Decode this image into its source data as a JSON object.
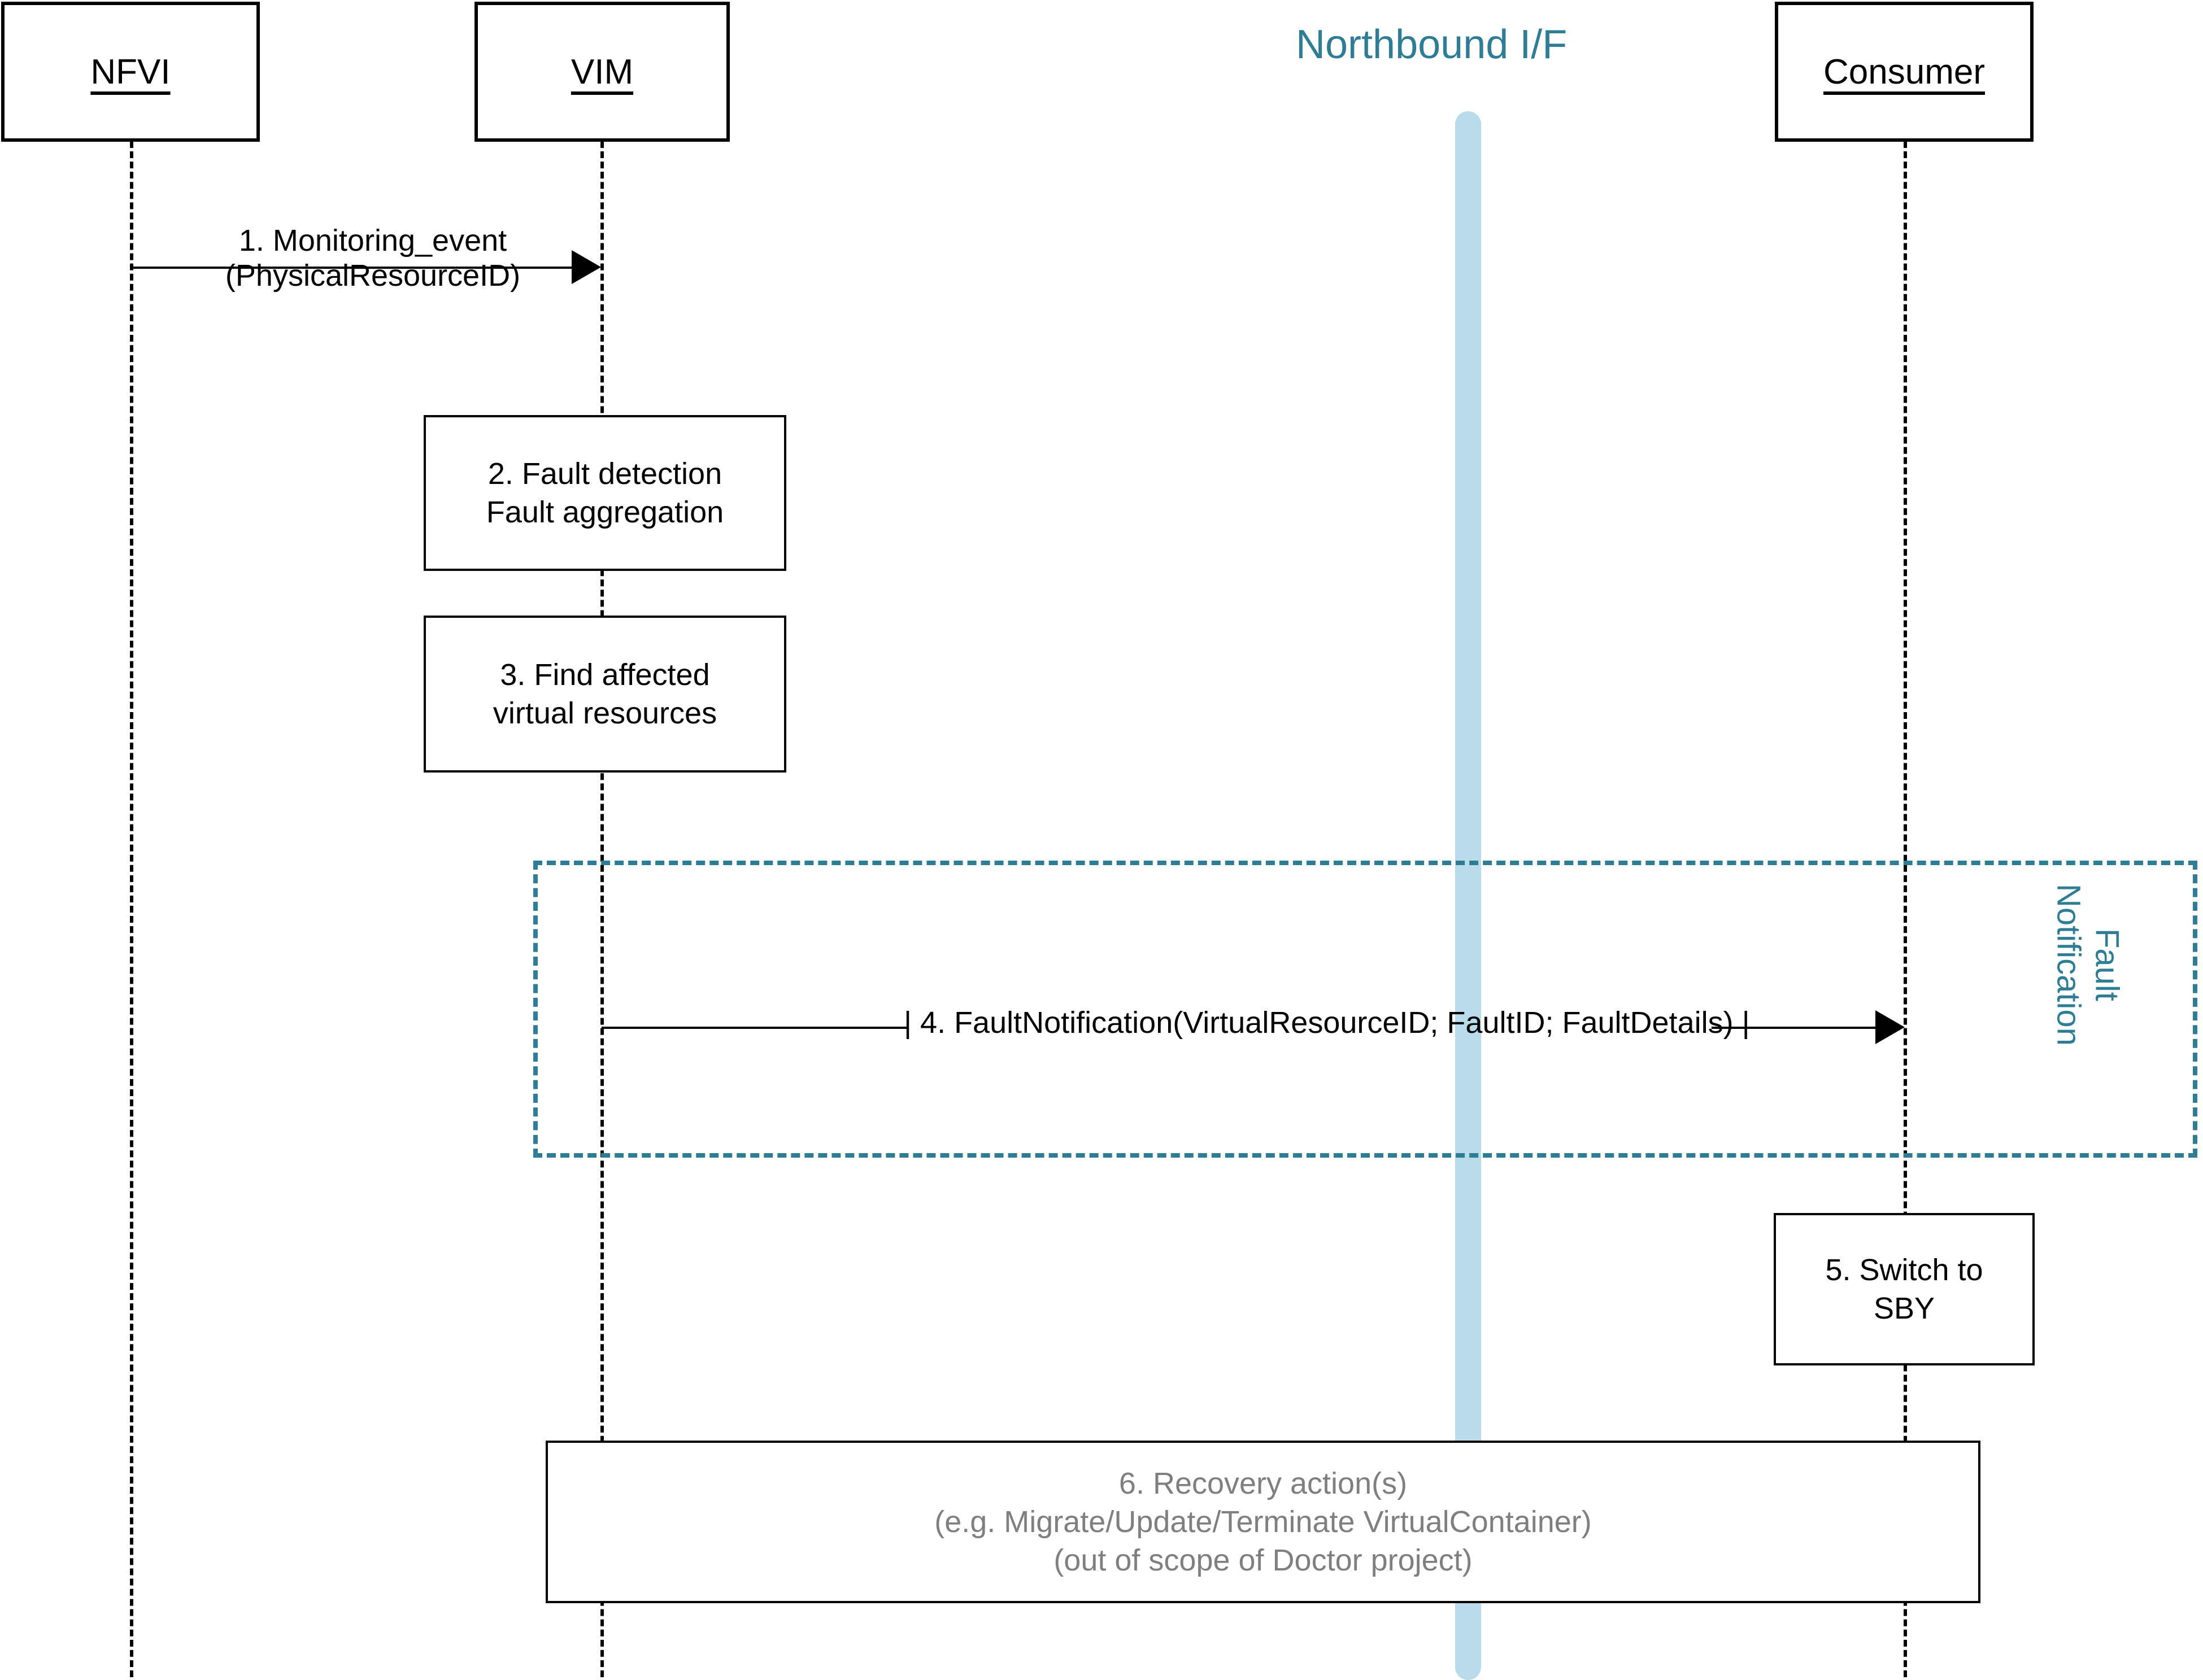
{
  "diagram": {
    "title": "Fault management sequence diagram",
    "colors": {
      "teal": "#2e7d95",
      "light_blue": "#b9dcea",
      "gray_text": "#7f7f7f",
      "black": "#000000"
    }
  },
  "lifelines": [
    {
      "id": "nfvi",
      "label": "NFVI"
    },
    {
      "id": "vim",
      "label": "VIM"
    },
    {
      "id": "northbound",
      "label": "Northbound I/F"
    },
    {
      "id": "consumer",
      "label": "Consumer"
    }
  ],
  "messages": [
    {
      "id": "msg1",
      "number": "1.",
      "line1": "1. Monitoring_event",
      "line2": "(PhysicalResourceID)",
      "from": "NFVI",
      "to": "VIM"
    },
    {
      "id": "msg4",
      "number": "4.",
      "text": "| 4. FaultNotification(VirtualResourceID; FaultID; FaultDetails) |",
      "from": "VIM",
      "to": "Consumer"
    }
  ],
  "process_boxes": [
    {
      "id": "step2",
      "lines": [
        "2. Fault detection",
        "Fault aggregation"
      ],
      "on": "VIM"
    },
    {
      "id": "step3",
      "lines": [
        "3. Find affected",
        "virtual resources"
      ],
      "on": "VIM"
    },
    {
      "id": "step5",
      "lines": [
        "5. Switch to",
        "SBY"
      ],
      "on": "Consumer"
    },
    {
      "id": "step6",
      "lines": [
        "6. Recovery action(s)",
        "(e.g. Migrate/Update/Terminate VirtualContainer)",
        "(out of scope of Doctor project)"
      ],
      "on": "VIM-to-Consumer"
    }
  ],
  "frames": [
    {
      "id": "fault-notification-frame",
      "line1": "Fault",
      "line2": "Notification"
    }
  ]
}
